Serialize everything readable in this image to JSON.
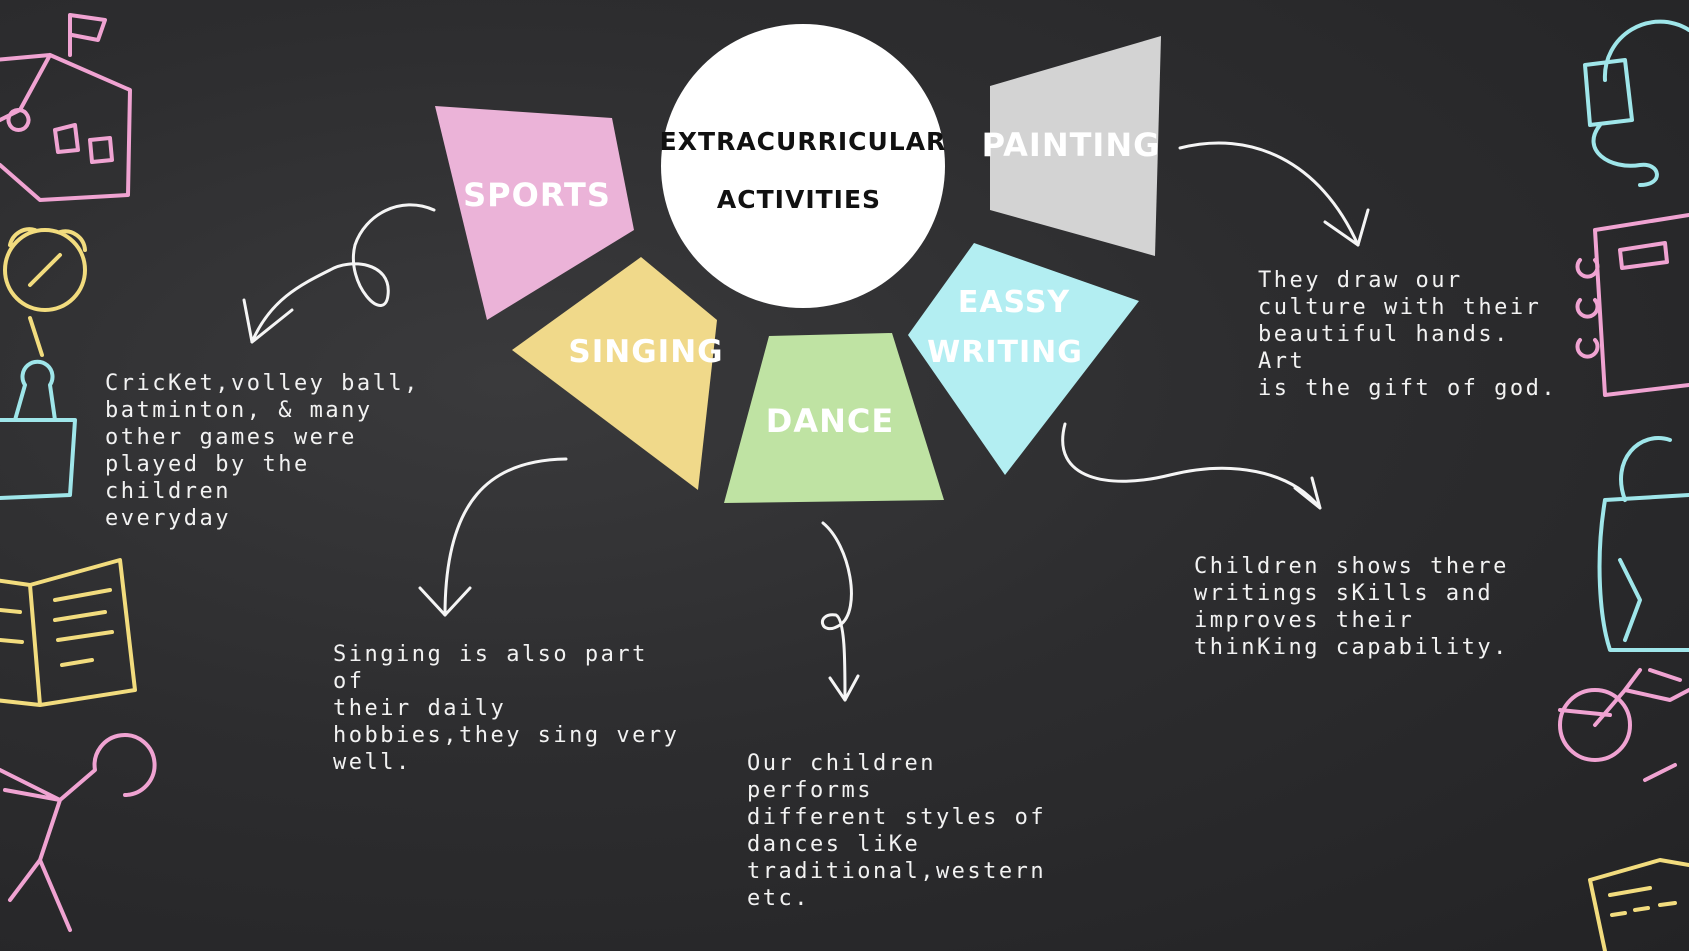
{
  "center": {
    "line1": "EXTRACURRICULAR",
    "line2": "ACTIVITIES"
  },
  "activities": {
    "sports": {
      "label": "SPORTS",
      "color": "#ebb3d8",
      "note": "CricKet,volley ball,\nbatminton, & many\nother games were\nplayed by the children\neveryday"
    },
    "singing": {
      "label": "SINGING",
      "color": "#f0d98a",
      "note": "Singing is also part of\ntheir daily\nhobbies,they sing very\nwell."
    },
    "dance": {
      "label": "DANCE",
      "color": "#bfe3a3",
      "note": "Our children performs\ndifferent styles of\ndances liKe\ntraditional,western\netc."
    },
    "essay": {
      "label_line1": "EASSY",
      "label_line2": "WRITING",
      "color": "#b3eef2",
      "note": "Children shows there\nwritings sKills and\nimproves their\nthinKing capability."
    },
    "painting": {
      "label": "PAINTING",
      "color": "#d3d3d3",
      "note": "They draw our\nculture with their\nbeautiful hands. Art\nis the gift of god."
    }
  },
  "doodles": {
    "left": [
      "school-house-icon",
      "alarm-clock-icon",
      "binder-clip-icon",
      "open-book-icon",
      "bicycle-icon"
    ],
    "right": [
      "headphones-icon",
      "notebook-icon",
      "backpack-icon",
      "bicycle-icon",
      "calculator-icon"
    ],
    "pink": "#f0a3d2",
    "yellow": "#f2dc7e",
    "cyan": "#9fe6ea"
  }
}
